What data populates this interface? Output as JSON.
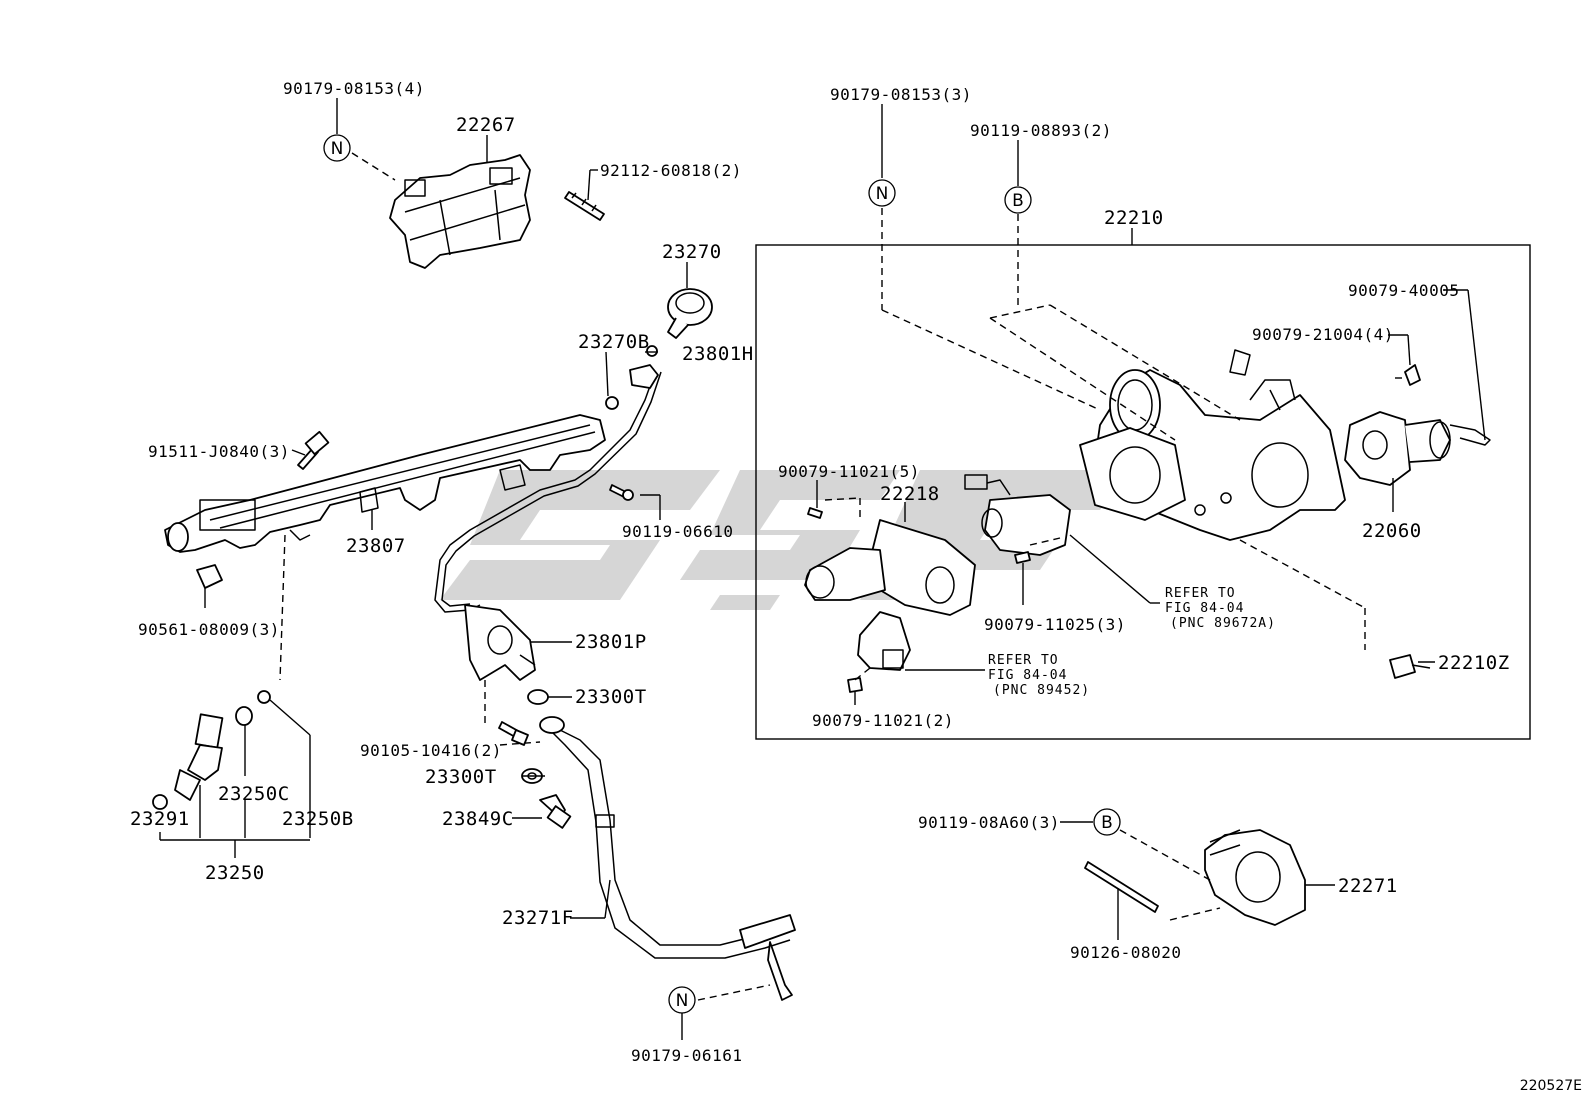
{
  "diagram_code": "220527E",
  "labels": {
    "p22267_bolt": "90179-08153(4)",
    "p22267": "22267",
    "p92112": "92112-60818(2)",
    "p23270": "23270",
    "p23270B": "23270B",
    "p23801H": "23801H",
    "p91511": "91511-J0840(3)",
    "p23807": "23807",
    "p90119_06610": "90119-06610",
    "p90561": "90561-08009(3)",
    "p23801P": "23801P",
    "p23300T_a": "23300T",
    "p90105": "90105-10416(2)",
    "p23300T_b": "23300T",
    "p23849C": "23849C",
    "p23250C": "23250C",
    "p23250B": "23250B",
    "p23291": "23291",
    "p23250": "23250",
    "p23271F": "23271F",
    "p90179_06161": "90179-06161",
    "p90179_08153_3": "90179-08153(3)",
    "p90119_08893": "90119-08893(2)",
    "p22210": "22210",
    "p90079_40005": "90079-40005",
    "p90079_21004": "90079-21004(4)",
    "p90079_11021_5": "90079-11021(5)",
    "p22218": "22218",
    "p22060": "22060",
    "p90079_11025": "90079-11025(3)",
    "p22210Z": "22210Z",
    "p90079_11021_2": "90079-11021(2)",
    "p90119_08A60": "90119-08A60(3)",
    "p22271": "22271",
    "p90126": "90126-08020"
  },
  "notes": {
    "refer1_line1": "REFER TO",
    "refer1_line2": "FIG 84-04",
    "refer1_line3": "(PNC 89672A)",
    "refer2_line1": "REFER TO",
    "refer2_line2": "FIG 84-04",
    "refer2_line3": "(PNC 89452)"
  },
  "markers": {
    "n": "N",
    "b": "B"
  }
}
